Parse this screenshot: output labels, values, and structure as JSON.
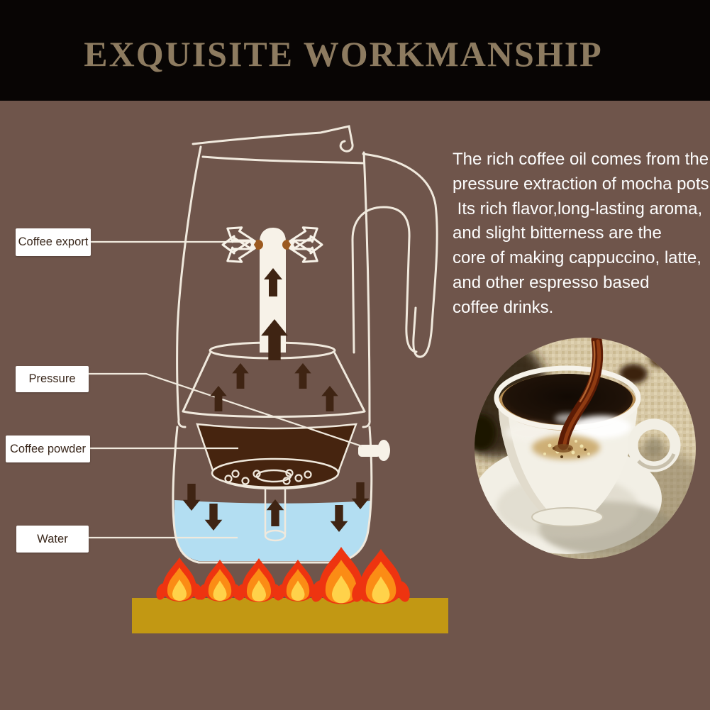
{
  "banner": {
    "title": "EXQUISITE WORKMANSHIP"
  },
  "description": {
    "lines": [
      "The rich coffee oil comes from the",
      "pressure extraction of mocha pots.",
      " Its rich flavor,long-lasting aroma,",
      "and slight bitterness are the",
      "core of making cappuccino, latte,",
      "and other espresso based",
      "coffee drinks."
    ]
  },
  "labels": [
    {
      "id": "coffee-export",
      "text": "Coffee export"
    },
    {
      "id": "pressure",
      "text": "Pressure"
    },
    {
      "id": "coffee-powder",
      "text": "Coffee powder"
    },
    {
      "id": "water",
      "text": "Water"
    }
  ],
  "icons": {
    "steam_up_arrow": "up-arrow-icon",
    "heat_down_arrow": "down-arrow-icon",
    "coffee_export_spray": "spray-arrow-icon",
    "flame": "flame-icon",
    "safety_valve": "valve-icon",
    "moka_pot": "moka-pot-outline",
    "coffee_cup": "coffee-cup-photo"
  },
  "colors": {
    "background": "#6F554B",
    "banner_bg": "#080504",
    "title_text": "#8d7b60",
    "description_text": "#fdfdfd",
    "label_bg": "#ffffff",
    "label_text": "#3a281c",
    "pot_outline": "#f0e9dd",
    "dark_arrow": "#3f2413",
    "coffee_powder": "#46240f",
    "water": "#b3def2",
    "flame_outer": "#ee3410",
    "flame_mid": "#fb8c15",
    "flame_core": "#ffd24a",
    "stove_base": "#c29813",
    "spout_dot": "#9c5a20"
  }
}
